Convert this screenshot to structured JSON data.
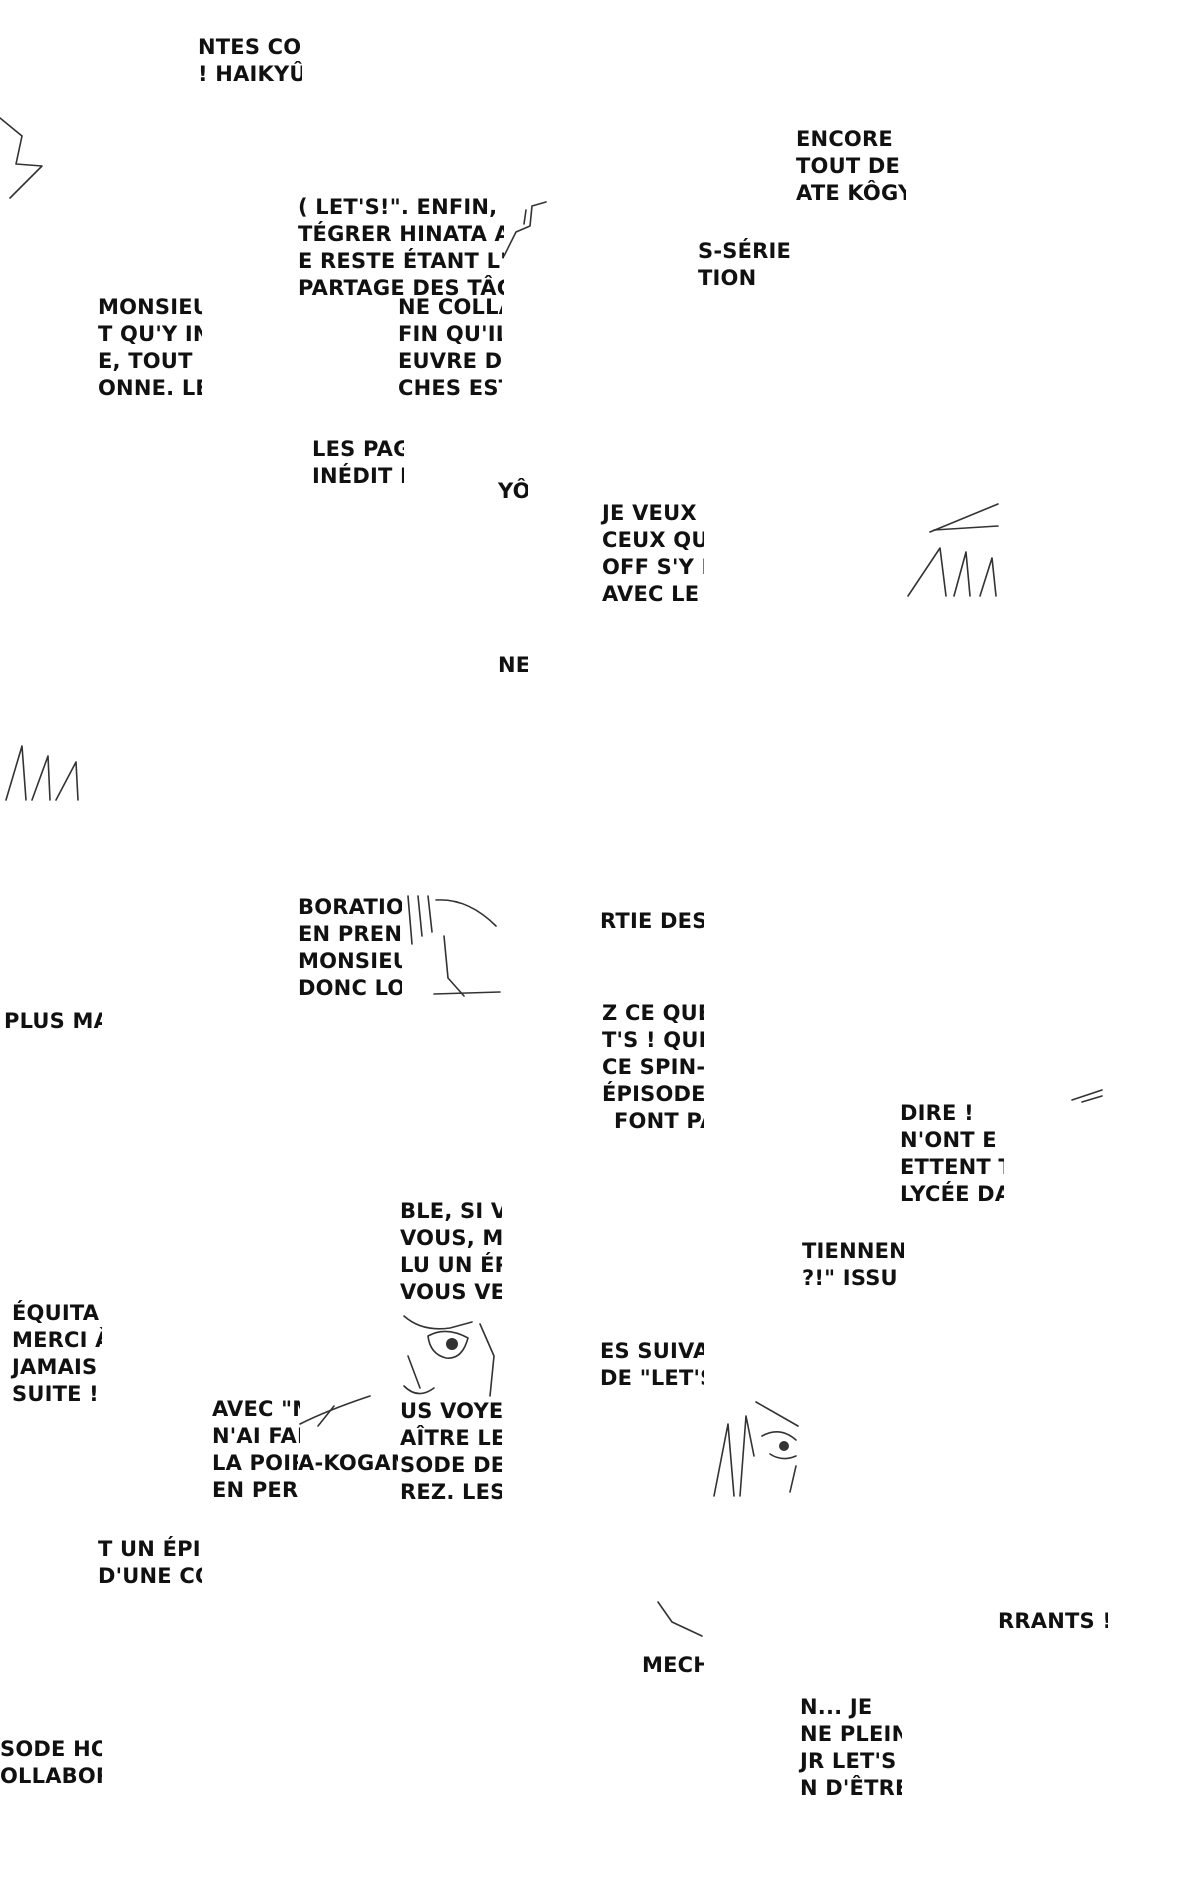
{
  "tiles": [
    {
      "lines": [
        "NTES CON",
        "! HAIKYÛ"
      ]
    },
    {
      "lines": [
        "ENCORE",
        "TOUT DE",
        "ATE KÔGY"
      ]
    },
    {
      "lines": [
        "( LET'S!\". ENFIN, UN",
        "TÉGRER HINATA AU",
        "E RESTE ÉTANT L'Œ",
        "PARTAGE DES TÂC"
      ]
    },
    {
      "lines": [
        "S-SÉRIE",
        "TION"
      ]
    },
    {
      "lines": [
        "MONSIEUR",
        "T QU'Y IN",
        "E, TOUT L",
        "ONNE. LE"
      ]
    },
    {
      "lines": [
        "NE COLLAB",
        "FIN QU'IL",
        "EUVRE DE",
        "CHES EST I"
      ]
    },
    {
      "lines": [
        "LES PAG",
        "INÉDIT D"
      ]
    },
    {
      "lines": [
        "YÔ"
      ]
    },
    {
      "lines": [
        "JE VEUX I",
        "CEUX QU",
        "OFF S'Y M",
        "AVEC LE"
      ]
    },
    {
      "lines": [
        "NE"
      ]
    },
    {
      "lines": [
        "BORATIO",
        "EN PRENN",
        "MONSIEU",
        "DONC LOI"
      ]
    },
    {
      "lines": [
        "RTIE DES"
      ]
    },
    {
      "lines": [
        "PLUS MA"
      ]
    },
    {
      "lines": [
        "Z CE QUE",
        "T'S ! QUE",
        "CE SPIN-C",
        "ÉPISODES",
        "FONT PA"
      ]
    },
    {
      "lines": [
        "DIRE !",
        "N'ONT E",
        "ETTENT T",
        "LYCÉE DA"
      ]
    },
    {
      "lines": [
        "BLE, SI VO",
        "VOUS, M",
        "LU UN ÉP",
        "VOUS VER"
      ]
    },
    {
      "lines": [
        "TIENNEN",
        "?!\" ISSU I"
      ]
    },
    {
      "lines": [
        "ÉQUITA",
        "MERCI À",
        "JAMAIS",
        "SUITE ! V"
      ]
    },
    {
      "lines": [
        "ES SUIVA",
        "DE \"LET'S"
      ]
    },
    {
      "lines": [
        "AVEC \"M",
        "N'AI FAI",
        "LA POIR",
        "EN PERS"
      ]
    },
    {
      "lines": [
        "A-KOGAN"
      ]
    },
    {
      "lines": [
        "US VOYE",
        "AÎTRE LET",
        "SODE DE",
        "REZ. LES"
      ]
    },
    {
      "lines": [
        "T UN ÉPIS",
        "D'UNE CO"
      ]
    },
    {
      "lines": [
        "RRANTS !"
      ]
    },
    {
      "lines": [
        "MECH"
      ]
    },
    {
      "lines": [
        "N... JE",
        "NE PLEIN",
        "JR LET'S",
        "N D'ÊTRE"
      ]
    },
    {
      "lines": [
        "SODE HOR",
        "OLLABORA"
      ]
    }
  ]
}
